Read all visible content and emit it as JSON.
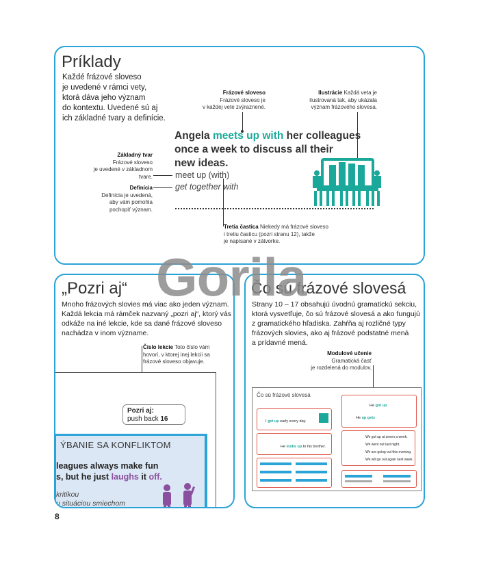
{
  "watermark": "Gorila",
  "page_number": "8",
  "colors": {
    "accent_blue": "#2aa3d6",
    "teal": "#1aa89a",
    "purple": "#8a4f9e",
    "red_frame": "#e05a4e"
  },
  "priklady": {
    "title": "Príklady",
    "intro": [
      "Každé frázové sloveso",
      "je uvedené v rámci vety,",
      "ktorá dáva jeho význam",
      "do kontextu. Uvedené sú aj",
      "ich základné tvary a definície."
    ],
    "ann_frazove": {
      "label": "Frázové sloveso",
      "text": [
        "Frázové sloveso je",
        "v každej vete zvýraznené."
      ]
    },
    "ann_ilustracie": {
      "label": "Ilustrácie",
      "text_first": "Každá veta je",
      "text": [
        "ilustrovaná tak, aby ukázala",
        "význam frázového slovesa."
      ]
    },
    "ann_zakladny": {
      "label": "Základný tvar",
      "text": [
        "Frázové sloveso",
        "je uvedené v základnom",
        "tvare."
      ]
    },
    "ann_definicia": {
      "label": "Definícia",
      "text": [
        "Definícia je uvedená,",
        "aby vám pomohla",
        "pochopiť význam."
      ]
    },
    "ann_tretia": {
      "label": "Tretia častica",
      "text_first": "Niekedy má frázové sloveso",
      "text": [
        "i tretiu časticu (pozri stranu 12), takže",
        "je napísané v zátvorke."
      ]
    },
    "sentence": {
      "pre": "Angela ",
      "verb": "meets up with",
      "post_line1": " her colleagues",
      "line2": "once a week to discuss all their",
      "line3": "new ideas."
    },
    "base_form": "meet up (with)",
    "definition": "get together with"
  },
  "pozri": {
    "title": "„Pozri aj“",
    "intro": [
      "Mnoho frázových slovies má viac ako jeden význam.",
      "Každá lekcia má rámček nazvaný „pozri aj“, ktorý vás",
      "odkáže na iné lekcie, kde sa dané frázové sloveso",
      "nachádza v inom význame."
    ],
    "ann_cislo": {
      "label": "Číslo lekcie",
      "text_first": "Toto číslo vám",
      "text": [
        "hovorí, v ktorej inej lekcii sa",
        "frázové sloveso objavuje."
      ]
    },
    "box_label": "Pozri aj:",
    "box_text": "push back",
    "box_num": "16",
    "lesson_title": "ÝBANIE SA KONFLIKTOM",
    "lesson_line1": "leagues always make fun",
    "lesson_line2_pre": "s, but he just ",
    "lesson_line2_verb": "laughs",
    "lesson_line2_post": " it ",
    "lesson_line2_end": "off.",
    "lesson_it1": "kritikou",
    "lesson_it2": "u situáciou smiechom"
  },
  "co": {
    "title": "Čo sú frázové slovesá",
    "intro": [
      "Strany 10 – 17 obsahujú úvodnú gramatickú sekciu,",
      "ktorá vysvetľuje, čo sú frázové slovesá a ako fungujú",
      "z gramatického hľadiska. Zahŕňa aj rozličné typy",
      "frázových slovies, ako aj frázové podstatné mená",
      "a prídavné mená."
    ],
    "ann_modul": {
      "label": "Modulové učenie",
      "text": [
        "Gramatická časť",
        "je rozdelená do modulov."
      ]
    },
    "thumb_title": "Čo sú frázové slovesá",
    "thumb_s1_pre": "I ",
    "thumb_s1_verb": "get up",
    "thumb_s1_post": " early every day.",
    "thumb_s2_pre": "He ",
    "thumb_s2_verb": "looks up",
    "thumb_s2_post": " to his brother.",
    "thumb_r1_pre": "He ",
    "thumb_r1_verb": "got up",
    "thumb_r2_pre": "He ",
    "thumb_r2_verb": "up gets",
    "thumb_r3": "We got up at seven a week.",
    "thumb_r4": "We went out last night.",
    "thumb_r5": "We are going out this evening.",
    "thumb_r6": "We will go out again next week."
  }
}
